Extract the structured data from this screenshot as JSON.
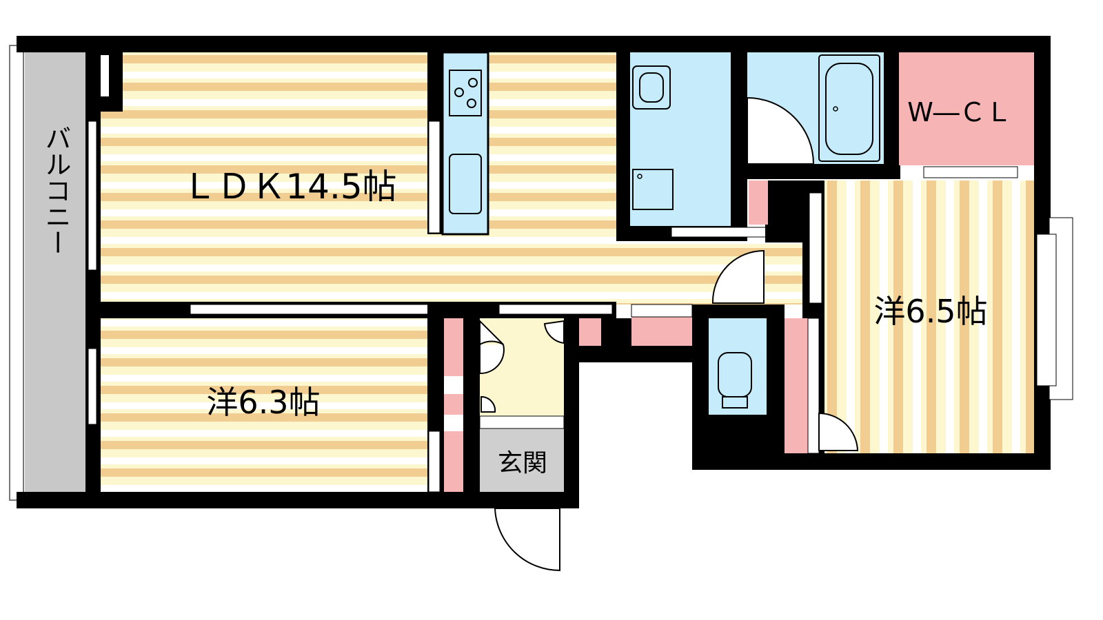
{
  "rooms": {
    "ldk": "ＬＤＫ14.5帖",
    "west_room": "洋6.3帖",
    "east_room": "洋6.5帖",
    "walk_in_closet": "W―ＣＬ",
    "entrance": "玄関",
    "balcony": "バルコニー"
  },
  "colors": {
    "wall": "#000000",
    "floor_light": "#fdf7cf",
    "floor_stripe": "#f1cd92",
    "wet_area": "#c6ecfb",
    "closet": "#f7b4b4",
    "balcony": "#c8c8c8",
    "entrance_floor": "#cfcfcf",
    "white": "#ffffff"
  }
}
